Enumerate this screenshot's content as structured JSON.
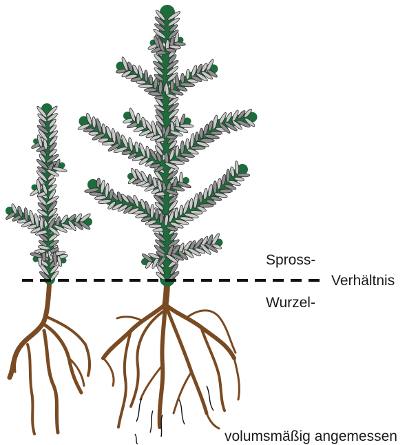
{
  "labels": {
    "spross": "Spross-",
    "verhaeltnis": "Verhältnis",
    "wurzel": "Wurzel-",
    "bottom_note": "volumsmäßig angemessen"
  },
  "colors": {
    "foliage": "#1e6b3c",
    "needle_fill": "#c9c9c9",
    "needle_edge": "#2a2a2a",
    "root": "#7a4a22",
    "soil_line": "#111111"
  },
  "icons": {
    "small_plant": "seedling-icon",
    "large_plant": "seedling-icon"
  }
}
